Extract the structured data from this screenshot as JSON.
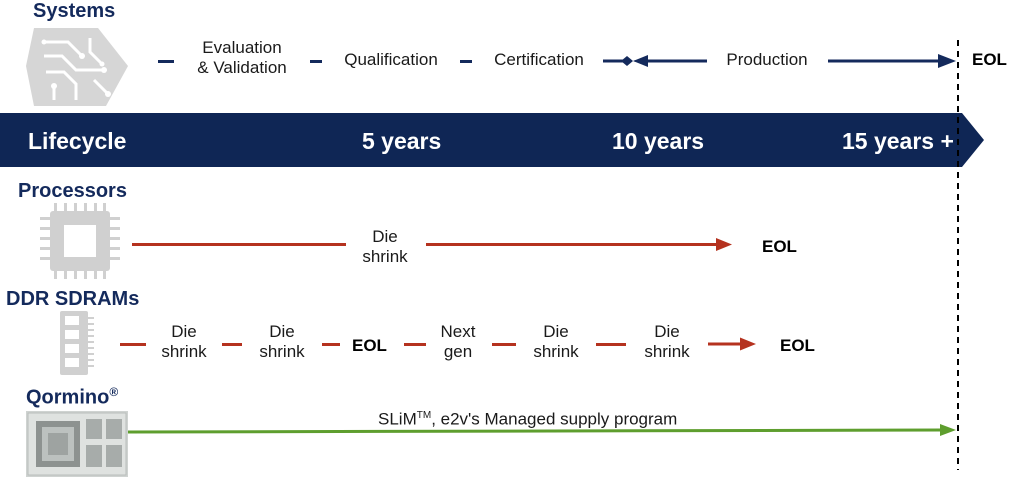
{
  "systems": {
    "heading": "Systems",
    "icon": "circuit-board-icon",
    "stages": [
      {
        "line1": "Evaluation",
        "line2": "& Validation"
      },
      {
        "line1": "Qualification"
      },
      {
        "line1": "Certification"
      },
      {
        "line1": "Production"
      }
    ],
    "eol": "EOL",
    "color": "#142a5c"
  },
  "lifecycle_bar": {
    "label": "Lifecycle",
    "ticks": [
      "5 years",
      "10 years",
      "15 years +"
    ],
    "color": "#0f2655"
  },
  "processors": {
    "heading": "Processors",
    "icon": "cpu-chip-icon",
    "label": {
      "line1": "Die",
      "line2": "shrink"
    },
    "eol": "EOL",
    "color": "#b5321f"
  },
  "ddr": {
    "heading": "DDR SDRAMs",
    "icon": "memory-module-icon",
    "items": [
      {
        "line1": "Die",
        "line2": "shrink"
      },
      {
        "line1": "Die",
        "line2": "shrink"
      },
      {
        "line1": "EOL",
        "bold": true
      },
      {
        "line1": "Next",
        "line2": "gen"
      },
      {
        "line1": "Die",
        "line2": "shrink"
      },
      {
        "line1": "Die",
        "line2": "shrink"
      }
    ],
    "eol": "EOL",
    "color": "#b5321f"
  },
  "qormino": {
    "heading": "Qormino",
    "heading_mark": "®",
    "icon": "qormino-module-icon",
    "program_prefix": "SLiM",
    "program_tm": "TM",
    "program_suffix": ", e2v's Managed supply program",
    "color": "#5e9e2e"
  },
  "eol_marker_line": "dashed"
}
